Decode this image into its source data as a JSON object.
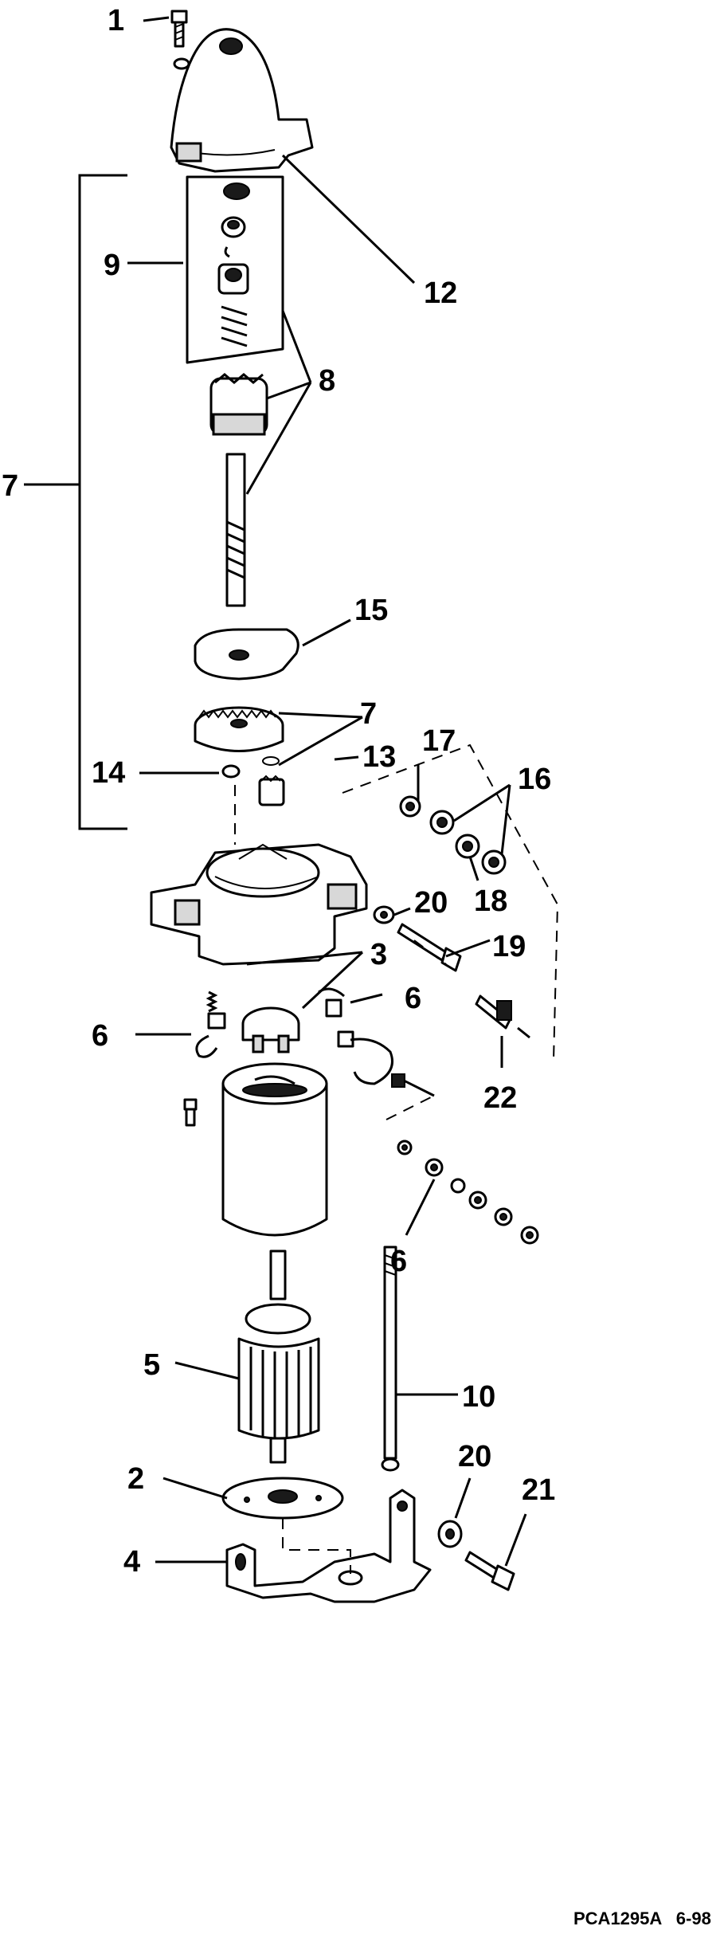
{
  "diagram": {
    "reference_code": "PCA1295A   6-98",
    "callouts": {
      "c1": "1",
      "c2": "2",
      "c3": "3",
      "c4": "4",
      "c5": "5",
      "c6a": "6",
      "c6b": "6",
      "c6c": "6",
      "c7a": "7",
      "c7b": "7",
      "c8": "8",
      "c9": "9",
      "c10": "10",
      "c12": "12",
      "c13": "13",
      "c14": "14",
      "c15": "15",
      "c16": "16",
      "c17": "17",
      "c18": "18",
      "c19": "19",
      "c20a": "20",
      "c20b": "20",
      "c21": "21",
      "c22": "22"
    }
  }
}
